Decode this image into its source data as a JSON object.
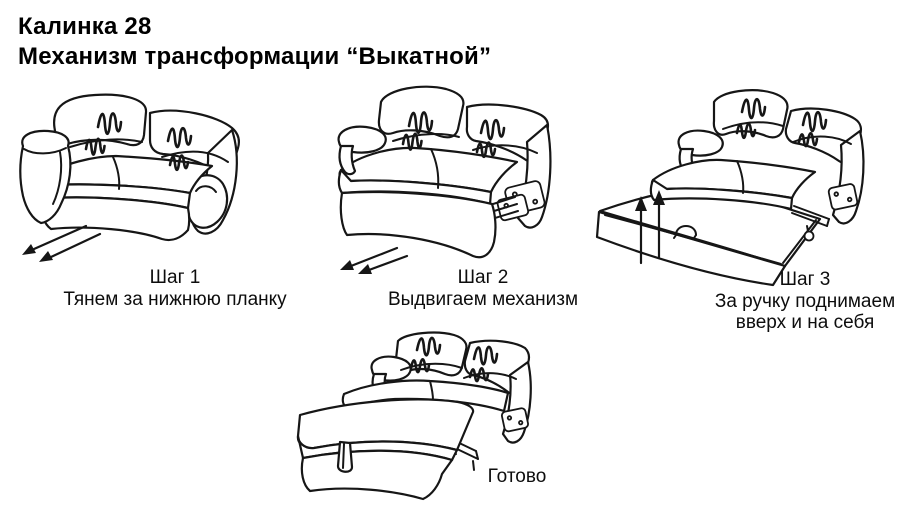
{
  "title": {
    "line1": "Калинка 28",
    "line2": "Механизм трансформации “Выкатной”"
  },
  "steps": [
    {
      "label": "Шаг 1",
      "instruction": "Тянем за нижнюю планку",
      "icon": "arrows-pull-out-left"
    },
    {
      "label": "Шаг 2",
      "instruction": "Выдвигаем механизм",
      "icon": "arrows-pull-out-left"
    },
    {
      "label": "Шаг 3",
      "instruction": "За ручку поднимаем вверх и на себя",
      "icon": "arrows-lift-up"
    },
    {
      "label": "Готово",
      "instruction": ""
    }
  ],
  "illustrations": [
    "sofa-closed",
    "sofa-seat-pulled-out-mechanism-visible",
    "sofa-platform-rolled-out-with-handle",
    "sofa-bed-fully-unfolded"
  ],
  "colors": {
    "ink": "#161616",
    "background": "#ffffff"
  }
}
